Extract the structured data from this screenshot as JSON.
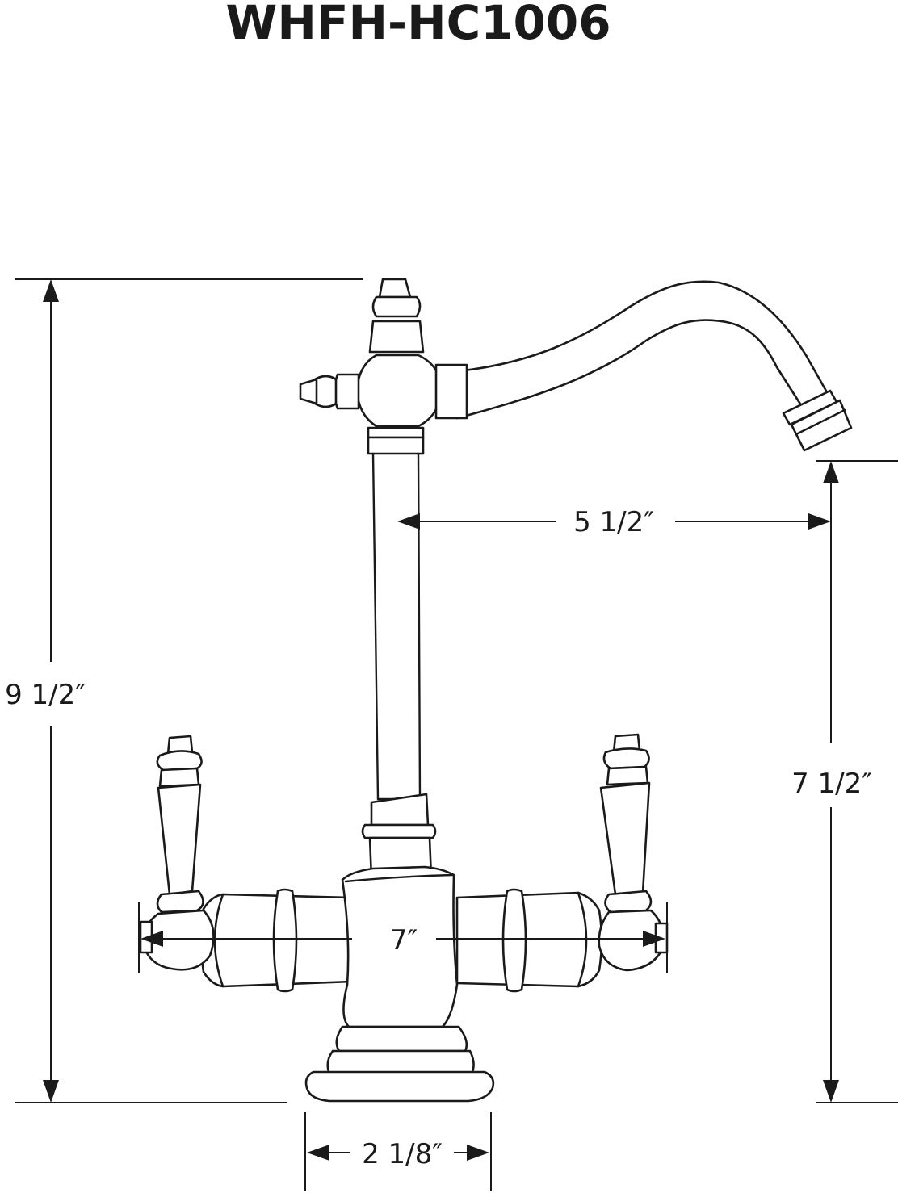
{
  "title": "WHFH-HC1006",
  "dimensions": {
    "overall_height": "9 1/2″",
    "spout_height": "7 1/2″",
    "spout_reach": "5 1/2″",
    "handle_span": "7″",
    "base_diameter": "2 1/8″"
  },
  "colors": {
    "line": "#1a1a1a",
    "background": "#ffffff"
  }
}
